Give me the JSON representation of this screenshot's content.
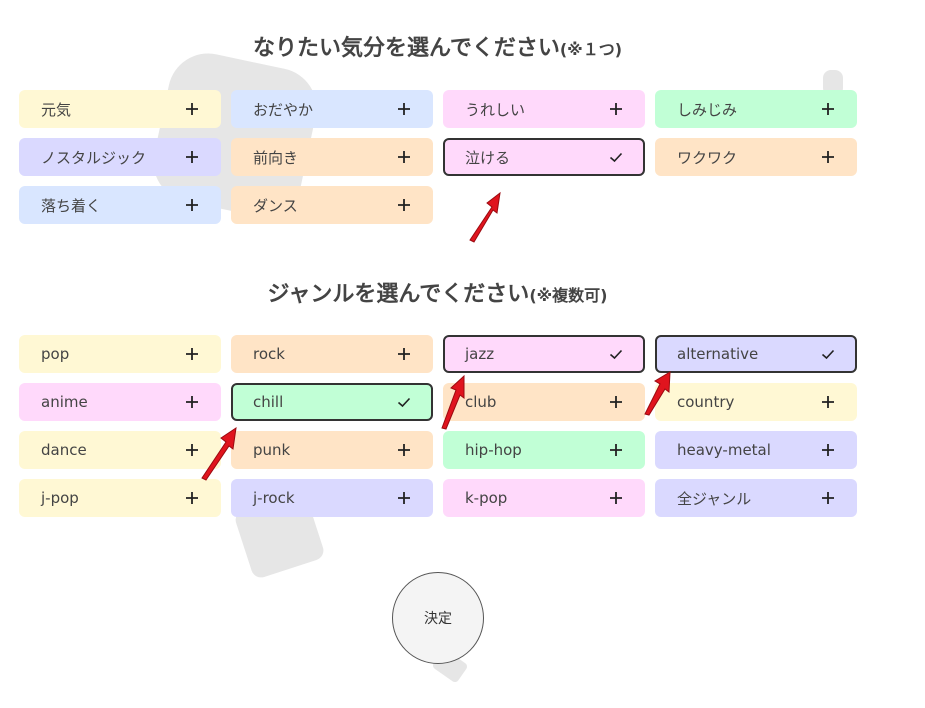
{
  "mood": {
    "title": "なりたい気分を選んでください",
    "note": "(※１つ)",
    "chips": [
      {
        "label": "元気",
        "selected": false
      },
      {
        "label": "おだやか",
        "selected": false
      },
      {
        "label": "うれしい",
        "selected": false
      },
      {
        "label": "しみじみ",
        "selected": false
      },
      {
        "label": "ノスタルジック",
        "selected": false
      },
      {
        "label": "前向き",
        "selected": false
      },
      {
        "label": "泣ける",
        "selected": true
      },
      {
        "label": "ワクワク",
        "selected": false
      },
      {
        "label": "落ち着く",
        "selected": false
      },
      {
        "label": "ダンス",
        "selected": false
      }
    ]
  },
  "genre": {
    "title": "ジャンルを選んでください",
    "note": "(※複数可)",
    "chips": [
      {
        "label": "pop",
        "selected": false
      },
      {
        "label": "rock",
        "selected": false
      },
      {
        "label": "jazz",
        "selected": true
      },
      {
        "label": "alternative",
        "selected": true
      },
      {
        "label": "anime",
        "selected": false
      },
      {
        "label": "chill",
        "selected": true
      },
      {
        "label": "club",
        "selected": false
      },
      {
        "label": "country",
        "selected": false
      },
      {
        "label": "dance",
        "selected": false
      },
      {
        "label": "punk",
        "selected": false
      },
      {
        "label": "hip-hop",
        "selected": false
      },
      {
        "label": "heavy-metal",
        "selected": false
      },
      {
        "label": "j-pop",
        "selected": false
      },
      {
        "label": "j-rock",
        "selected": false
      },
      {
        "label": "k-pop",
        "selected": false
      },
      {
        "label": "全ジャンル",
        "selected": false
      }
    ]
  },
  "submit": {
    "label": "決定"
  },
  "colors": {
    "yellow": "#fff8d4",
    "blue": "#d9e6ff",
    "pink": "#ffd9fb",
    "green": "#c1ffd6",
    "lavender": "#dad9ff",
    "peach": "#ffe4c6",
    "selected_border": "#333333",
    "arrow": "#e0141e"
  },
  "icons": {
    "unselected": "plus-icon",
    "selected": "check-icon"
  }
}
